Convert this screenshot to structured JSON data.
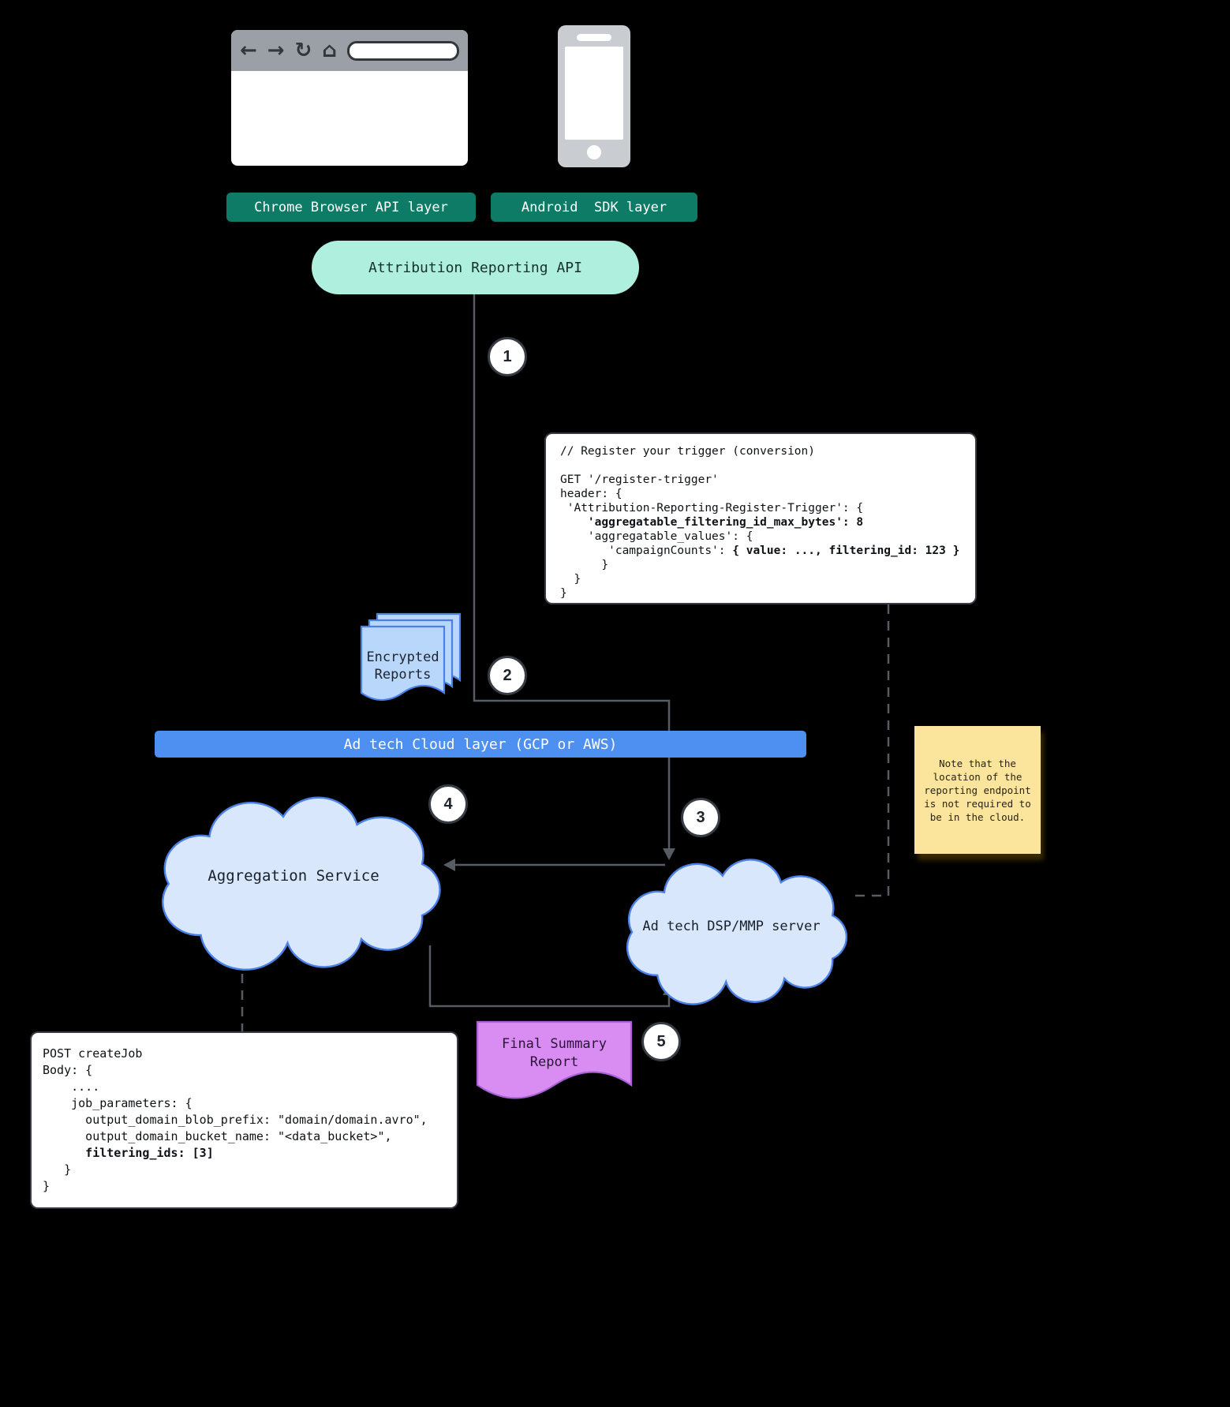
{
  "colors": {
    "teal_dark": "#0e7b66",
    "mint": "#aef0dd",
    "blue_bar": "#4d90f2",
    "cloud_fill": "#d8e7fb",
    "cloud_stroke": "#4a80e8",
    "report_fill": "#b9d7fa",
    "purple_fill": "#d98df2",
    "purple_stroke": "#a961d6",
    "note_fill": "#fbe49c",
    "connector": "#565b64"
  },
  "browser": {
    "icons": {
      "back": "←",
      "forward": "→",
      "reload": "↻",
      "home": "⌂"
    }
  },
  "labels": {
    "chrome_layer": "Chrome Browser API layer",
    "android_layer": "Android  SDK layer",
    "attribution_api": "Attribution Reporting API",
    "cloud_bar": "Ad tech Cloud layer (GCP or AWS)",
    "encrypted_reports": "Encrypted Reports",
    "aggregation_service": "Aggregation Service",
    "dsp_server": "Ad tech DSP/MMP server",
    "final_report": "Final Summary Report"
  },
  "note": "Note that the location of the reporting endpoint is not required to be in the cloud.",
  "steps": [
    "1",
    "2",
    "3",
    "4",
    "5"
  ],
  "code_register": {
    "l01": "// Register your trigger (conversion)",
    "l02": "",
    "l03": "GET '/register-trigger'",
    "l04": "header: {",
    "l05": " 'Attribution-Reporting-Register-Trigger': {",
    "l06_bold": "    'aggregatable_filtering_id_max_bytes': 8",
    "l07": "    'aggregatable_values': {",
    "l08_prefix": "       'campaignCounts': ",
    "l08_bold": "{ value: ..., filtering_id: 123 }",
    "l09": "      }",
    "l10": "  }",
    "l11": "}"
  },
  "code_createjob": {
    "l01": "POST createJob",
    "l02": "Body: {",
    "l03": "    ....",
    "l04": "    job_parameters: {",
    "l05": "      output_domain_blob_prefix: \"domain/domain.avro\",",
    "l06": "      output_domain_bucket_name: \"<data_bucket>\",",
    "l07_bold": "      filtering_ids: [3]",
    "l08": "   }",
    "l09": "}"
  }
}
